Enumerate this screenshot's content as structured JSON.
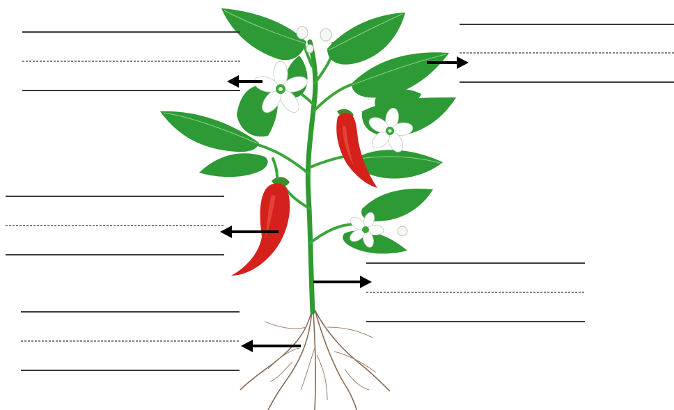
{
  "diagram": {
    "colors": {
      "leaf": "#2e9a35",
      "stem": "#2f9a2f",
      "pepper": "#d5211b",
      "flower": "#ffffff",
      "root": "#8a6a55",
      "arrow": "#000000",
      "line": "#3a3a3a"
    },
    "label_groups": [
      {
        "part": "flower",
        "text": ""
      },
      {
        "part": "leaf",
        "text": ""
      },
      {
        "part": "fruit",
        "text": ""
      },
      {
        "part": "stem",
        "text": ""
      },
      {
        "part": "root",
        "text": ""
      }
    ]
  }
}
